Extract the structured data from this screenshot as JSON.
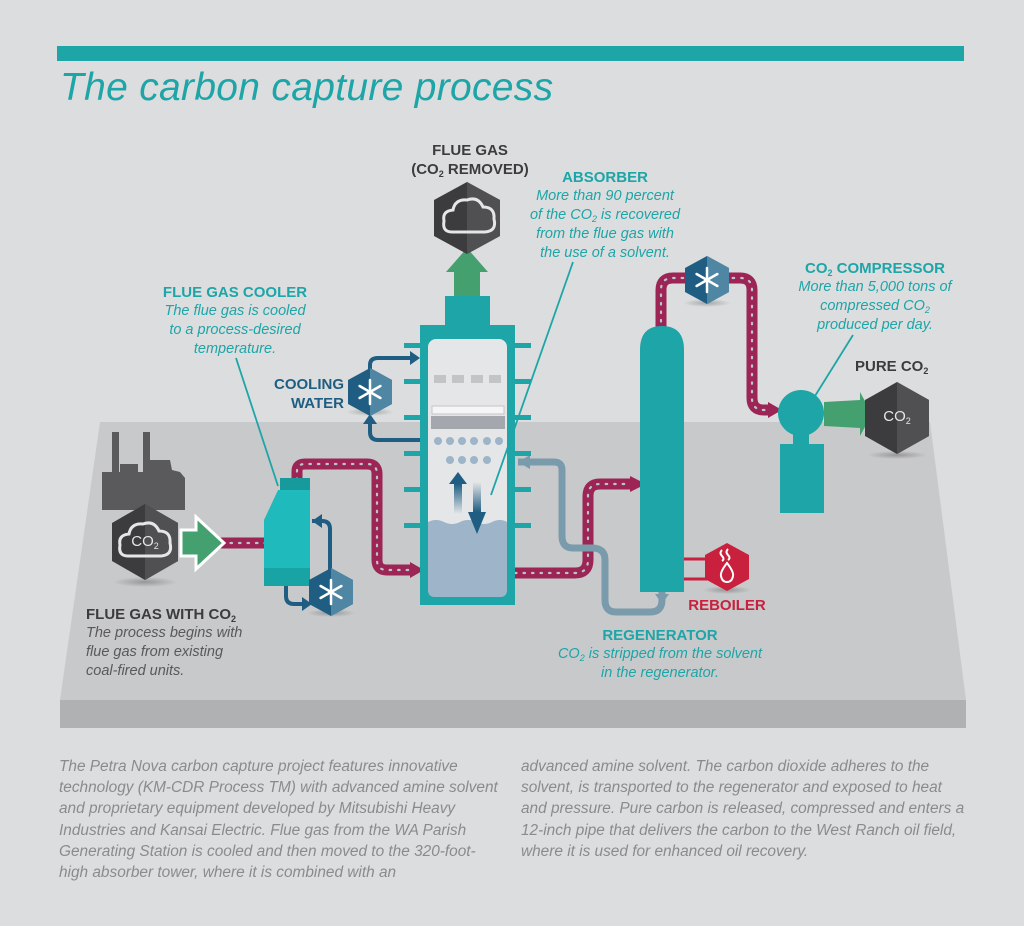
{
  "title": "The carbon capture process",
  "colors": {
    "accent": "#1da5a7",
    "pipe": "#9c2555",
    "cooling": "#1f5e82",
    "reboiler": "#c8203d",
    "arrow_green": "#45a070",
    "hex_dark": "#3c3c3e",
    "background": "#dcddde",
    "platform": "#c8c9cb"
  },
  "labels": {
    "flue_gas_removed": {
      "line1": "FLUE GAS",
      "line2_pre": "(CO",
      "sub": "2",
      "line2_post": " REMOVED)"
    },
    "absorber": {
      "title": "ABSORBER",
      "line1": "More than 90 percent",
      "line2_pre": "of  the CO",
      "sub": "2",
      "line2_post": " is recovered",
      "line3": "from the flue gas with",
      "line4": "the use of  a solvent."
    },
    "compressor": {
      "title_pre": "CO",
      "sub": "2",
      "title_post": " COMPRESSOR",
      "line1": "More than 5,000 tons of",
      "line2_pre": "compressed CO",
      "line3": "produced per day."
    },
    "pure_co2": {
      "pre": "PURE CO",
      "sub": "2"
    },
    "flue_gas_cooler": {
      "title": "FLUE GAS COOLER",
      "line1": "The flue gas is cooled",
      "line2": "to a process-desired",
      "line3": "temperature."
    },
    "cooling_water": {
      "line1": "COOLING",
      "line2": "WATER"
    },
    "flue_gas_with_co2": {
      "title_pre": "FLUE GAS WITH CO",
      "sub": "2",
      "line1": "The process begins with",
      "line2": "flue gas from existing",
      "line3": "coal-fired units."
    },
    "reboiler": "REBOILER",
    "regenerator": {
      "title": "REGENERATOR",
      "line1_pre": "CO",
      "sub": "2",
      "line1_post": "  is stripped from the solvent",
      "line2": "in the regenerator."
    },
    "hex_co2": {
      "pre": "CO",
      "sub": "2"
    }
  },
  "body_text": {
    "col1": "The Petra Nova carbon capture project features innovative technology (KM-CDR Process TM) with advanced amine solvent and proprietary equipment developed by Mitsubishi Heavy Industries and Kansai Electric. Flue gas from the WA Parish Generating Station is cooled and then moved to the 320-foot-high absorber tower, where it is combined with an",
    "col2": "advanced amine solvent. The carbon dioxide adheres to the solvent, is transported to the regenerator and exposed to heat and pressure. Pure carbon is released, compressed and enters a 12-inch pipe that delivers the carbon to the West Ranch oil field, where it is used for enhanced oil recovery."
  },
  "icons": [
    "cloud-icon",
    "snowflake-icon",
    "factory-icon",
    "flame-drop-icon",
    "co2-hex-icon"
  ]
}
